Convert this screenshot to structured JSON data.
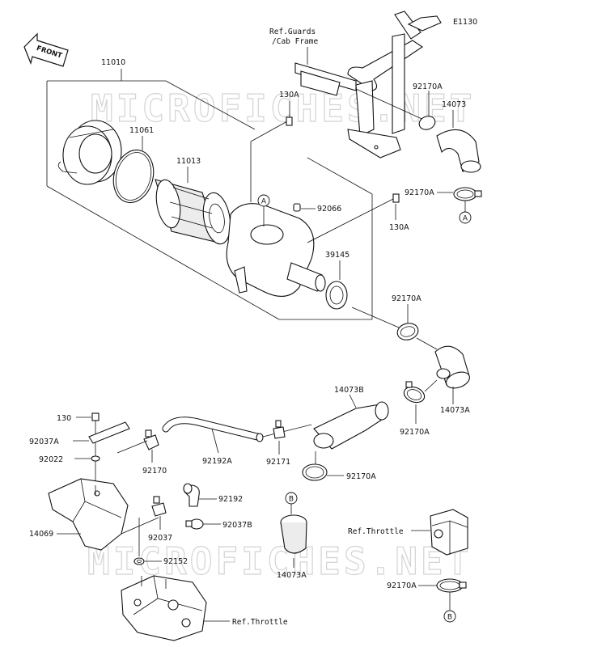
{
  "diagram_code": "E1130",
  "front_label": "FRONT",
  "watermark": "MICROFICHES.NET",
  "refs": {
    "guards": "Ref.Guards",
    "cab_frame": "/Cab Frame",
    "throttle_right": "Ref.Throttle",
    "throttle_bottom": "Ref.Throttle"
  },
  "callouts": {
    "a": "A",
    "b": "B"
  },
  "parts": {
    "p11010": "11010",
    "p11061": "11061",
    "p11013": "11013",
    "p130a_top": "130A",
    "p130a_right": "130A",
    "p92066": "92066",
    "p39145": "39145",
    "p92170a_top": "92170A",
    "p14073": "14073",
    "p92170a_a": "92170A",
    "p92170a_mid": "92170A",
    "p14073a_mid": "14073A",
    "p14073b": "14073B",
    "p92170a_low": "92170A",
    "p92170a_b": "92170A",
    "p14073a_low": "14073A",
    "p92170a_bottom": "92170A",
    "p130": "130",
    "p92037a": "92037A",
    "p92022": "92022",
    "p92170": "92170",
    "p92192a": "92192A",
    "p92171": "92171",
    "p92192": "92192",
    "p92037b": "92037B",
    "p92037": "92037",
    "p14069": "14069",
    "p92152": "92152"
  }
}
